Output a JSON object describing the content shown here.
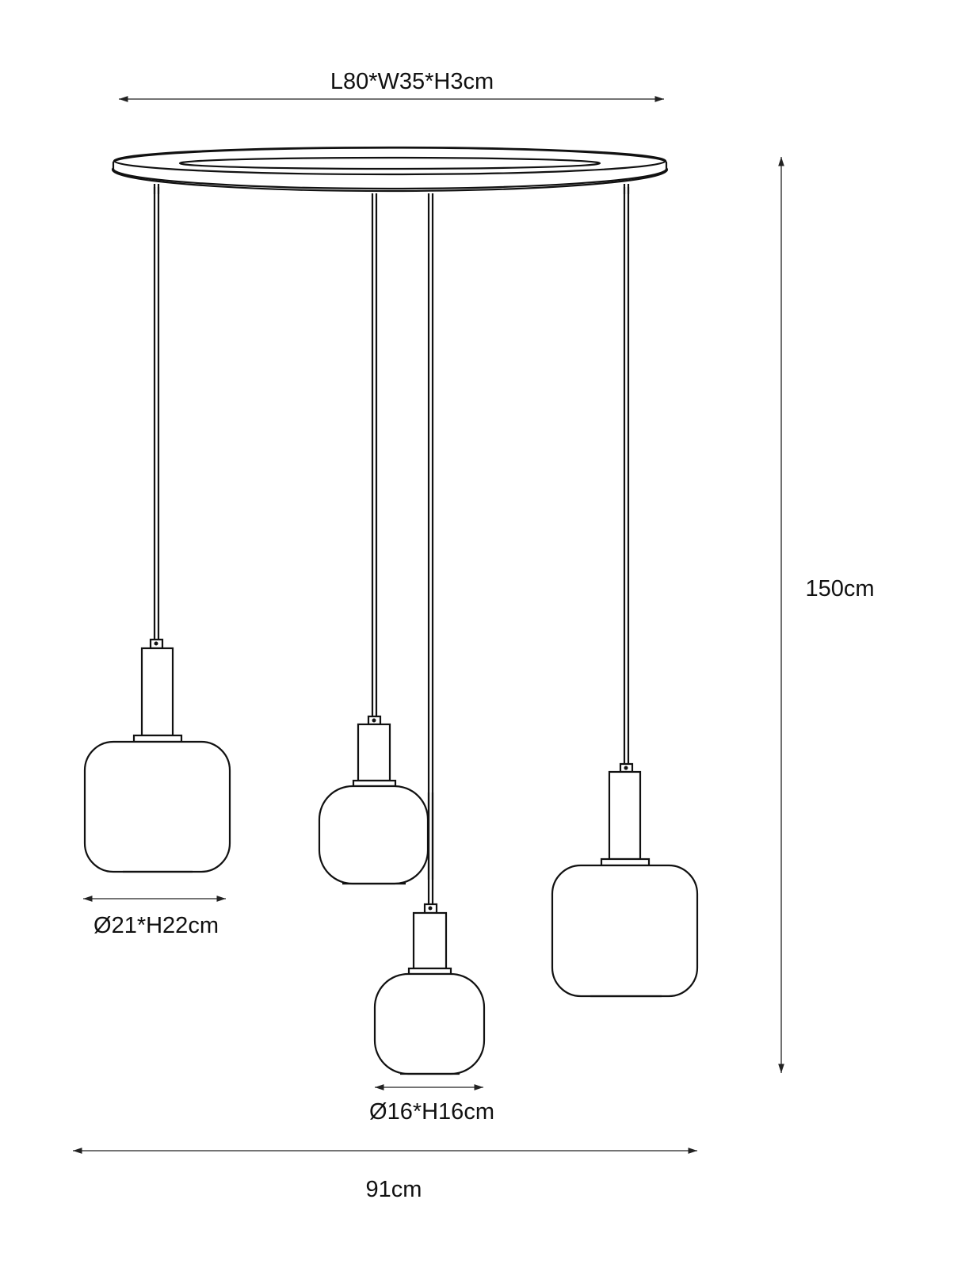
{
  "dimensions": {
    "canopy": "L80*W35*H3cm",
    "height": "150cm",
    "large_shade": "Ø21*H22cm",
    "small_shade": "Ø16*H16cm",
    "total_width": "91cm"
  },
  "colors": {
    "line": "#111111",
    "background": "#ffffff"
  }
}
